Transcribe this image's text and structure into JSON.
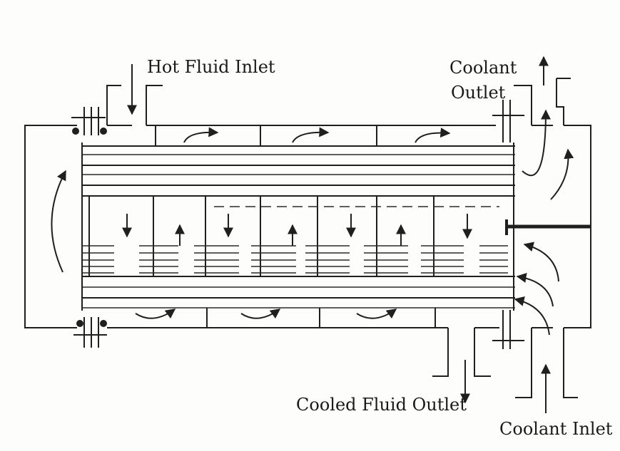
{
  "labels": {
    "hot_fluid_inlet": "Hot Fluid Inlet",
    "coolant_outlet_1": "Coolant",
    "coolant_outlet_2": "Outlet",
    "cooled_fluid_outlet": "Cooled Fluid Outlet",
    "coolant_inlet": "Coolant Inlet"
  },
  "colors": {
    "line": "#1f1f1f",
    "background": "#fdfdfb"
  }
}
